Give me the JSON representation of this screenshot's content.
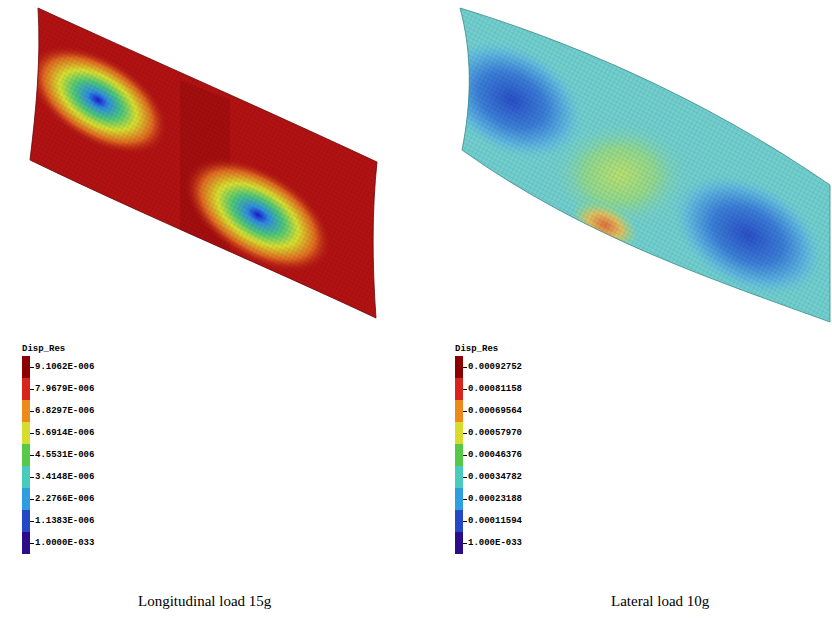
{
  "diagram": {
    "labels": [
      "Disp_Res",
      "Disp_Res",
      "Longitudinal load 15g",
      "Lateral load 10g"
    ],
    "legend": [
      {
        "text": "9.1062E-006",
        "color": "#8c0000"
      },
      {
        "text": "7.9679E-006",
        "color": "#d8241c"
      },
      {
        "text": "6.8297E-006",
        "color": "#ee8a1c"
      },
      {
        "text": "5.6914E-006",
        "color": "#d8dc2c"
      },
      {
        "text": "4.5531E-006",
        "color": "#58c848"
      },
      {
        "text": "3.4148E-006",
        "color": "#48cabc"
      },
      {
        "text": "2.2766E-006",
        "color": "#2e9ee0"
      },
      {
        "text": "1.1383E-006",
        "color": "#2448c8"
      },
      {
        "text": "1.0000E-033",
        "color": "#2c0c88"
      },
      {
        "text": "0.00092752",
        "color": "#8c0000"
      },
      {
        "text": "0.00081158",
        "color": "#d8241c"
      },
      {
        "text": "0.00069564",
        "color": "#ee8a1c"
      },
      {
        "text": "0.00057970",
        "color": "#d8dc2c"
      },
      {
        "text": "0.00046376",
        "color": "#58c848"
      },
      {
        "text": "0.00034782",
        "color": "#48cabc"
      },
      {
        "text": "0.00023188",
        "color": "#2e9ee0"
      },
      {
        "text": "0.00011594",
        "color": "#2448c8"
      },
      {
        "text": "1.000E-033",
        "color": "#2c0c88"
      }
    ]
  }
}
